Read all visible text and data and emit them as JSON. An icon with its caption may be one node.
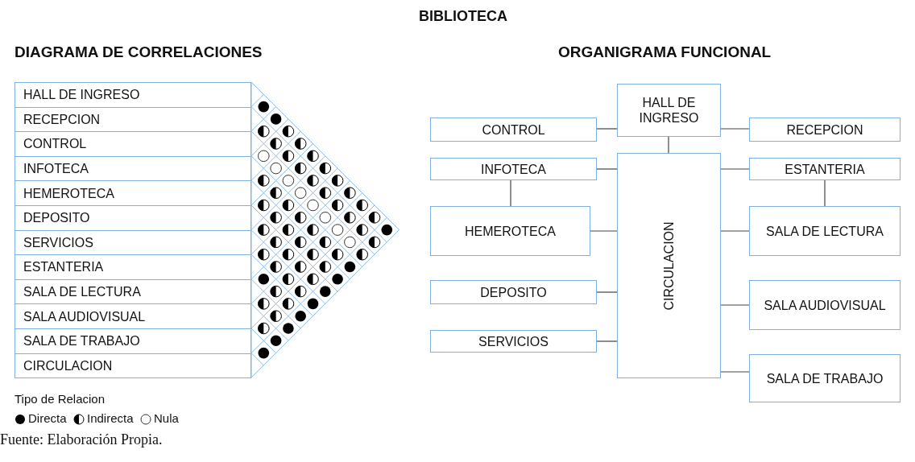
{
  "diagram": {
    "title": "BIBLIOTECA",
    "caption": "Fuente: Elaboración Propia.",
    "nodes": [
      {
        "text": [
          "HALL DE INGRESO"
        ]
      },
      {
        "text": [
          "RECEPCION"
        ]
      },
      {
        "text": [
          "CONTROL"
        ]
      },
      {
        "text": [
          "INFOTECA"
        ]
      },
      {
        "text": [
          "HEMEROTECA"
        ]
      },
      {
        "text": [
          "DEPOSITO"
        ]
      },
      {
        "text": [
          "SERVICIOS"
        ]
      },
      {
        "text": [
          "ESTANTERIA"
        ]
      },
      {
        "text": [
          "SALA DE LECTURA"
        ]
      },
      {
        "text": [
          "SALA AUDIOVISUAL"
        ]
      },
      {
        "text": [
          "SALA DE TRABAJO"
        ]
      },
      {
        "text": [
          "CIRCULACION"
        ]
      },
      {
        "text": [
          "CONTROL"
        ]
      },
      {
        "text": [
          "HALL DE INGRESO"
        ]
      },
      {
        "text": [
          "RECEPCION"
        ]
      },
      {
        "text": [
          "INFOTECA"
        ]
      },
      {
        "text": [
          "CIRCULACION"
        ]
      },
      {
        "text": [
          "ESTANTERIA"
        ]
      },
      {
        "text": [
          "HEMEROTECA"
        ]
      },
      {
        "text": [
          "SALA DE LECTURA"
        ]
      },
      {
        "text": [
          "DEPOSITO"
        ]
      },
      {
        "text": [
          "SALA AUDIOVISUAL"
        ]
      },
      {
        "text": [
          "SERVICIOS"
        ]
      },
      {
        "text": [
          "SALA DE TRABAJO"
        ]
      }
    ],
    "edges": [
      {
        "from": 13,
        "to": 12,
        "arrow": "none"
      },
      {
        "from": 13,
        "to": 14,
        "arrow": "none"
      },
      {
        "from": 13,
        "to": 16,
        "arrow": "none"
      },
      {
        "from": 15,
        "to": 16,
        "arrow": "none"
      },
      {
        "from": 15,
        "to": 18,
        "arrow": "none"
      },
      {
        "from": 18,
        "to": 16,
        "arrow": "none"
      },
      {
        "from": 20,
        "to": 16,
        "arrow": "none"
      },
      {
        "from": 22,
        "to": 16,
        "arrow": "none"
      },
      {
        "from": 16,
        "to": 17,
        "arrow": "none"
      },
      {
        "from": 17,
        "to": 19,
        "arrow": "none"
      },
      {
        "from": 16,
        "to": 19,
        "arrow": "none"
      },
      {
        "from": 16,
        "to": 21,
        "arrow": "none"
      },
      {
        "from": 16,
        "to": 23,
        "arrow": "none"
      }
    ],
    "labels": [
      "DIAGRAMA DE CORRELACIONES",
      "ORGANIGRAMA FUNCIONAL",
      "Tipo de Relacion"
    ],
    "legend": [
      {
        "text": "Directa"
      },
      {
        "text": "Indirecta"
      },
      {
        "text": "Nula"
      }
    ]
  }
}
